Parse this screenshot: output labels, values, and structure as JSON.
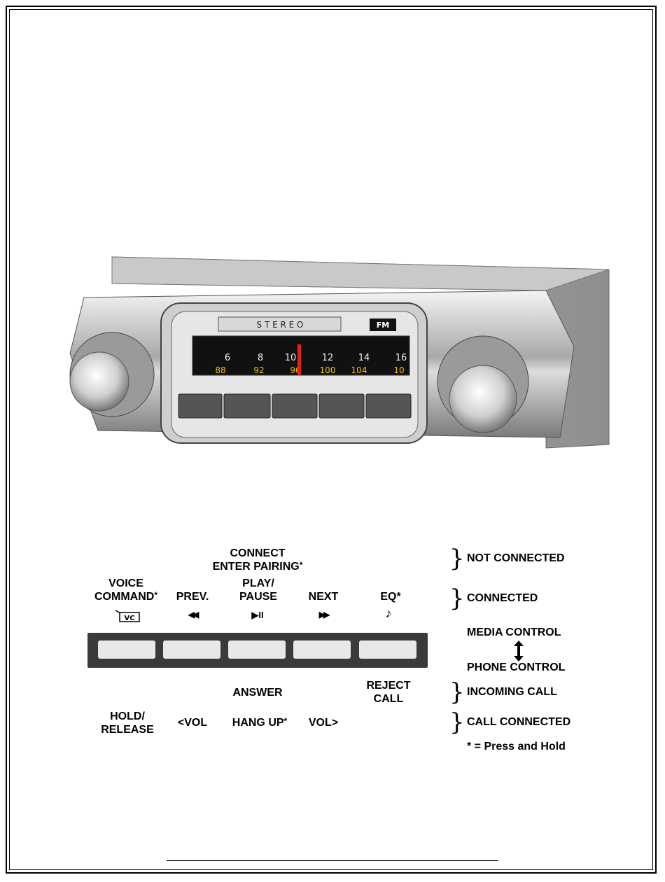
{
  "radio": {
    "faceplate_label": "S T E R E O",
    "band_badge": "FM",
    "dial_upper": [
      "6",
      "8",
      "10",
      "12",
      "14",
      "16"
    ],
    "dial_lower": [
      "88",
      "92",
      "96",
      "100",
      "104",
      "10"
    ]
  },
  "top": {
    "connect": "CONNECT",
    "enter_pairing": "ENTER PAIRING",
    "star": "*"
  },
  "buttons": [
    {
      "line1": "VOICE",
      "line2": "COMMAND",
      "star": "*",
      "glyph": "VC"
    },
    {
      "line1": "",
      "line2": "PREV.",
      "star": "",
      "glyph": "◀◀"
    },
    {
      "line1": "PLAY/",
      "line2": "PAUSE",
      "star": "",
      "glyph": "▶II"
    },
    {
      "line1": "",
      "line2": "NEXT",
      "star": "",
      "glyph": "▶▶"
    },
    {
      "line1": "",
      "line2": "EQ*",
      "star": "",
      "glyph": "♪"
    }
  ],
  "phone": {
    "answer": "ANSWER",
    "reject_1": "REJECT",
    "reject_2": "CALL",
    "hold_1": "HOLD/",
    "hold_2": "RELEASE",
    "vol_down": "<VOL",
    "hang_up": "HANG UP",
    "hang_up_star": "*",
    "vol_up": "VOL>"
  },
  "legend": {
    "not_connected": "NOT CONNECTED",
    "connected": "CONNECTED",
    "media_control": "MEDIA CONTROL",
    "phone_control": "PHONE CONTROL",
    "incoming_call": "INCOMING CALL",
    "call_connected": "CALL CONNECTED",
    "note": "* = Press and Hold"
  },
  "colors": {
    "bar": "#3a3a3a",
    "button": "#e8e8e8",
    "dial_needle": "#e0201b",
    "dial_orange": "#f2a900"
  }
}
